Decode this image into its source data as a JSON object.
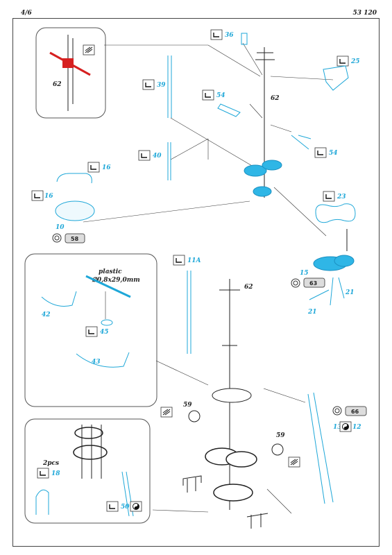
{
  "header": {
    "page": "4/6",
    "code": "53 120"
  },
  "labels": {
    "p36": "36",
    "p25": "25",
    "p39": "39",
    "p62a": "62",
    "p54a": "54",
    "p62b": "62",
    "p54b": "54",
    "p40": "40",
    "p16a": "16",
    "p16b": "16",
    "p10": "10",
    "p58": "58",
    "p23": "23",
    "p15": "15",
    "p63": "63",
    "p21a": "21",
    "p21b": "21",
    "p11a": "11A",
    "p62c": "62",
    "plastic": "plastic",
    "rod": "∅0,8x29,0mm",
    "p42": "42",
    "p45": "45",
    "p43": "43",
    "p59a": "59",
    "p59b": "59",
    "p66": "66",
    "p13": "13",
    "p12": "12",
    "pcs": "2pcs",
    "p18": "18",
    "p50": "50"
  },
  "icons": [
    "bend-icon",
    "glue-icon",
    "paint-icon",
    "fold-icon"
  ],
  "colors": {
    "parts": "#1ea7d8",
    "ink": "#222222",
    "accent": "#d62020"
  }
}
